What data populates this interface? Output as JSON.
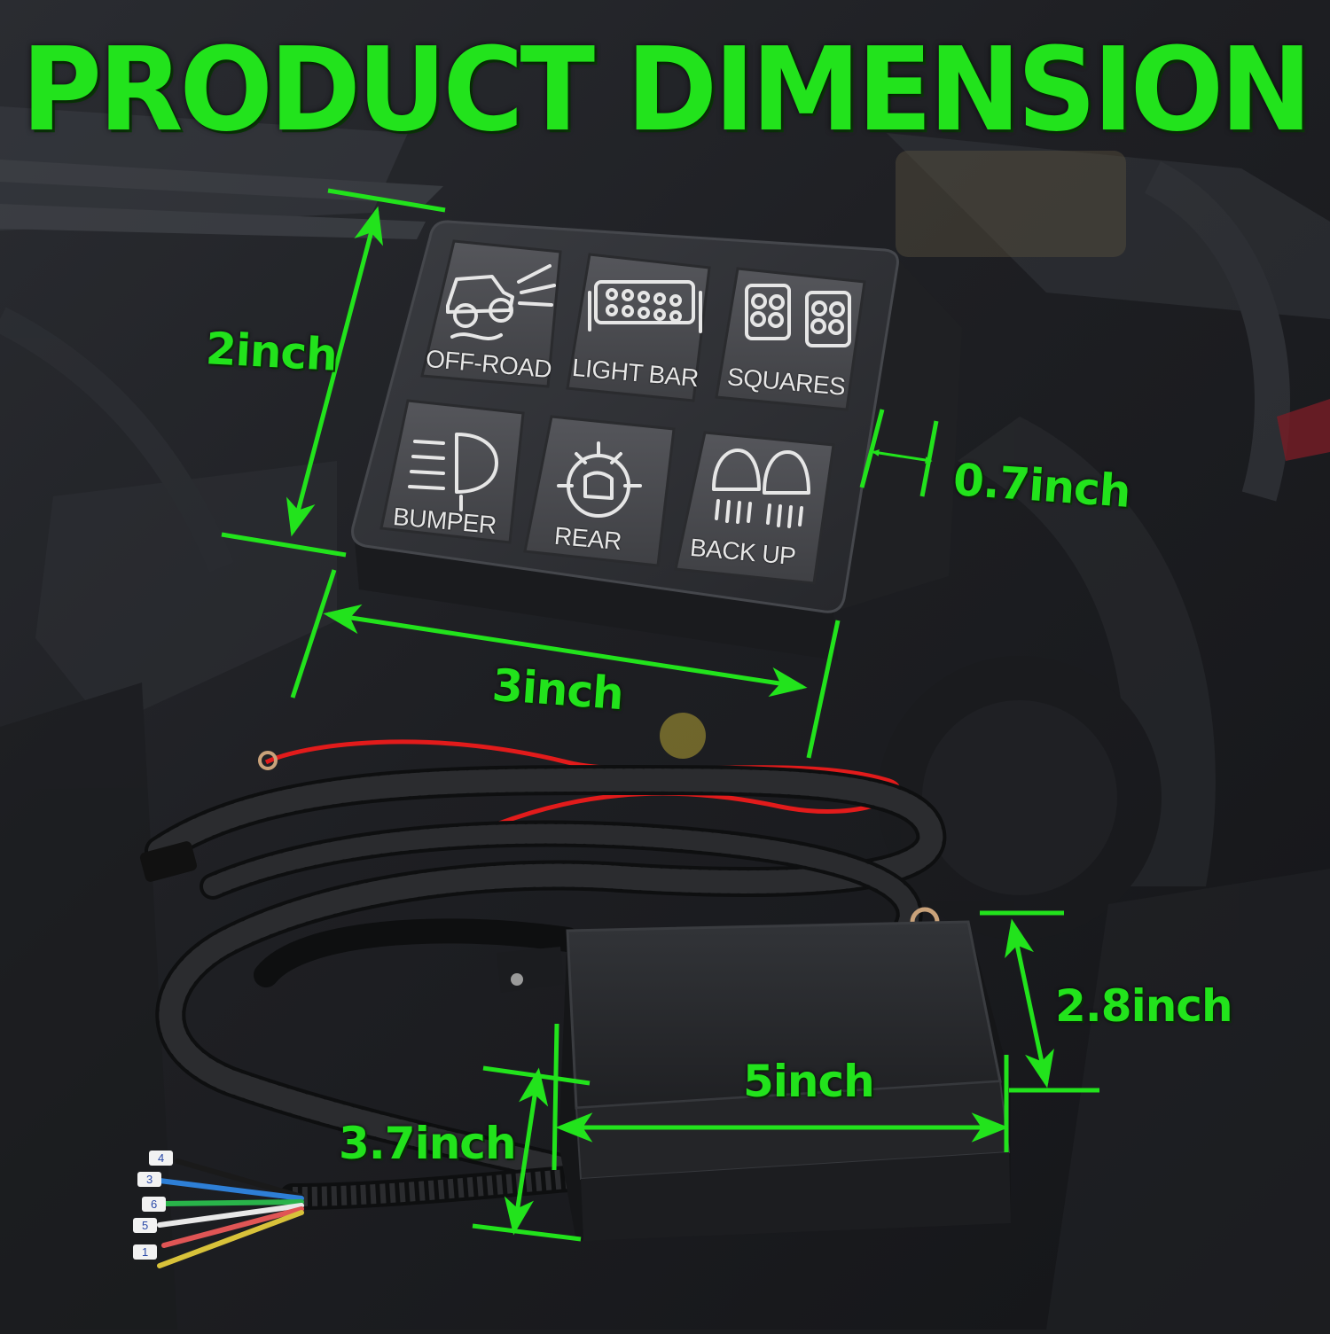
{
  "headline": "PRODUCT DIMENSION",
  "colors": {
    "accent_green": "#22e31c",
    "panel_body": "#303236",
    "button_face": "#4a4b4f",
    "button_text": "#e6e6e6",
    "wire_red": "#e21b1b"
  },
  "switch_panel": {
    "buttons": [
      {
        "label": "OFF-ROAD",
        "icon": "offroad-truck-icon"
      },
      {
        "label": "LIGHT BAR",
        "icon": "light-bar-icon"
      },
      {
        "label": "SQUARES",
        "icon": "square-lights-icon"
      },
      {
        "label": "BUMPER",
        "icon": "bumper-headlight-icon"
      },
      {
        "label": "REAR",
        "icon": "rear-light-icon"
      },
      {
        "label": "BACK UP",
        "icon": "backup-lights-icon"
      }
    ]
  },
  "dimensions": {
    "panel_height": "2inch",
    "panel_width": "3inch",
    "panel_depth": "0.7inch",
    "box_height": "2.8inch",
    "box_length": "5inch",
    "box_width": "3.7inch"
  },
  "wire_tags": [
    "4",
    "3",
    "6",
    "5",
    "1"
  ]
}
